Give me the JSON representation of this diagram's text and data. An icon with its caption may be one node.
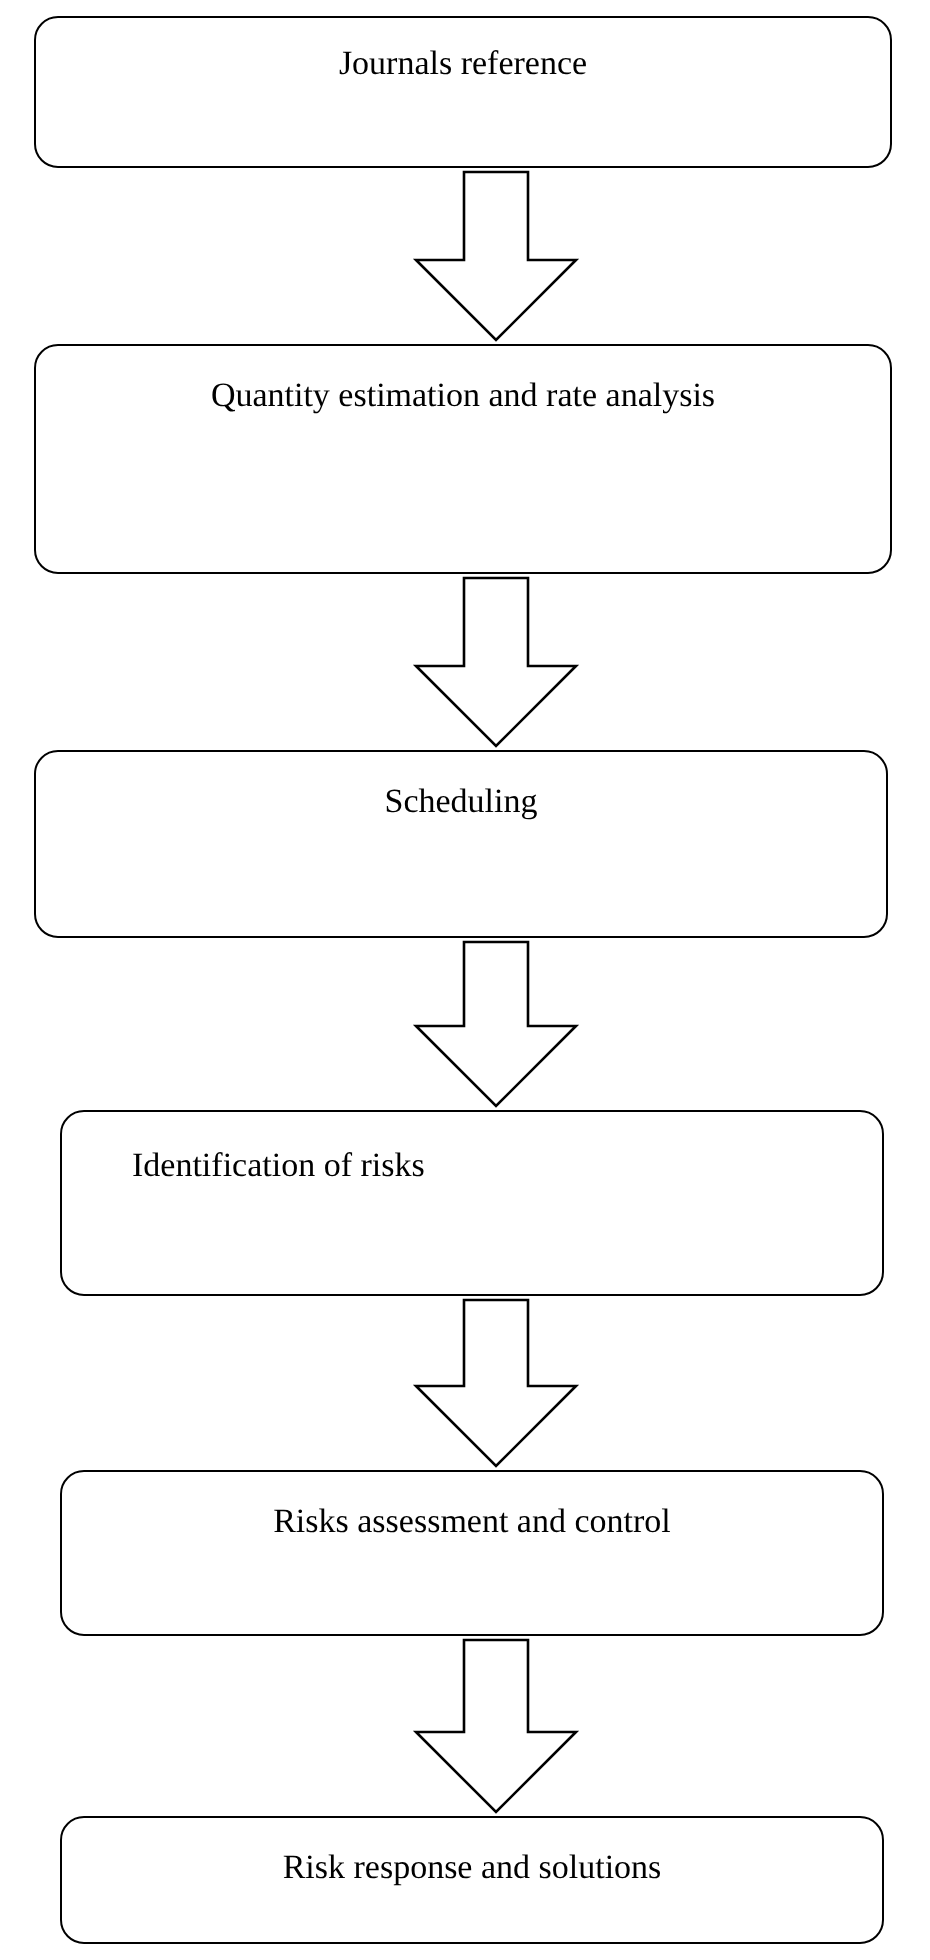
{
  "diagram": {
    "nodes": [
      {
        "text": [
          "Journals reference"
        ]
      },
      {
        "text": [
          "Quantity estimation and rate analysis"
        ]
      },
      {
        "text": [
          "Scheduling"
        ]
      },
      {
        "text": [
          "Identification of risks"
        ]
      },
      {
        "text": [
          "Risks assessment and control"
        ]
      },
      {
        "text": [
          "Risk response and solutions"
        ]
      }
    ],
    "edges": [
      {
        "from": 0,
        "to": 1,
        "arrow": "to"
      },
      {
        "from": 1,
        "to": 2,
        "arrow": "to"
      },
      {
        "from": 2,
        "to": 3,
        "arrow": "to"
      },
      {
        "from": 3,
        "to": 4,
        "arrow": "to"
      },
      {
        "from": 4,
        "to": 5,
        "arrow": "to"
      }
    ]
  }
}
